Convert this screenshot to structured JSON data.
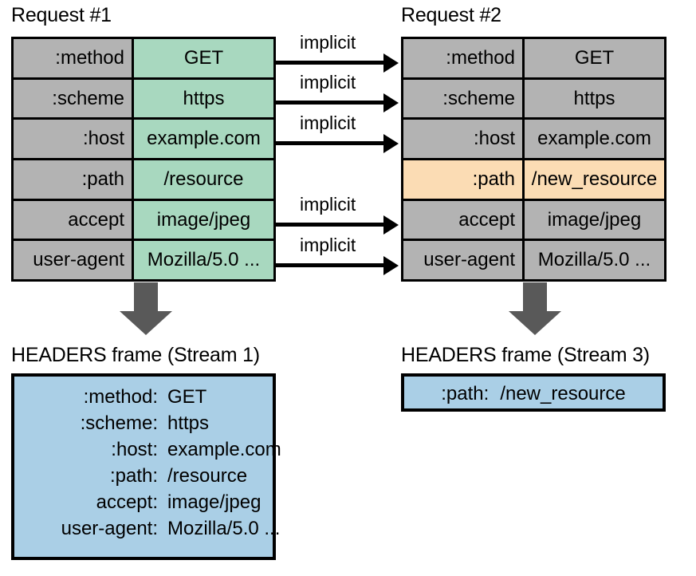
{
  "request1": {
    "title": "Request #1",
    "rows": [
      {
        "name": ":method",
        "value": "GET",
        "highlight": false
      },
      {
        "name": ":scheme",
        "value": "https",
        "highlight": false
      },
      {
        "name": ":host",
        "value": "example.com",
        "highlight": false
      },
      {
        "name": ":path",
        "value": "/resource",
        "highlight": false
      },
      {
        "name": "accept",
        "value": "image/jpeg",
        "highlight": false
      },
      {
        "name": "user-agent",
        "value": "Mozilla/5.0 ...",
        "highlight": false
      }
    ]
  },
  "request2": {
    "title": "Request #2",
    "rows": [
      {
        "name": ":method",
        "value": "GET",
        "highlight": false
      },
      {
        "name": ":scheme",
        "value": "https",
        "highlight": false
      },
      {
        "name": ":host",
        "value": "example.com",
        "highlight": false
      },
      {
        "name": ":path",
        "value": "/new_resource",
        "highlight": true
      },
      {
        "name": "accept",
        "value": "image/jpeg",
        "highlight": false
      },
      {
        "name": "user-agent",
        "value": "Mozilla/5.0 ...",
        "highlight": false
      }
    ]
  },
  "connectors": {
    "label": "implicit",
    "labels": [
      "implicit",
      "implicit",
      "implicit",
      "implicit",
      "implicit"
    ]
  },
  "frame1": {
    "title": "HEADERS frame (Stream 1)",
    "entries": [
      {
        "key": ":method:",
        "value": "GET"
      },
      {
        "key": ":scheme:",
        "value": "https"
      },
      {
        "key": ":host:",
        "value": "example.com"
      },
      {
        "key": ":path:",
        "value": "/resource"
      },
      {
        "key": "accept:",
        "value": "image/jpeg"
      },
      {
        "key": "user-agent:",
        "value": "Mozilla/5.0 ..."
      }
    ]
  },
  "frame2": {
    "title": "HEADERS frame (Stream 3)",
    "entries": [
      {
        "key": ":path:",
        "value": "/new_resource"
      }
    ]
  },
  "colors": {
    "header_name_fill": "#b3b3b3",
    "request1_value_fill": "#a8d8bf",
    "changed_row_fill": "#fbdcb4",
    "frame_fill": "#aacfe6",
    "arrow_fill": "#595959",
    "stroke": "#000000",
    "background": "#ffffff"
  }
}
